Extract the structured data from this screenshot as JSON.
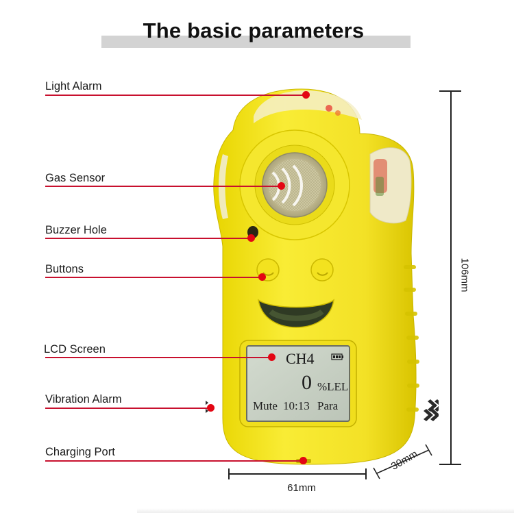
{
  "title": "The basic parameters",
  "callouts": [
    {
      "label": "Light Alarm"
    },
    {
      "label": "Gas Sensor"
    },
    {
      "label": "Buzzer Hole"
    },
    {
      "label": "Buttons"
    },
    {
      "label": "LCD Screen"
    },
    {
      "label": "Vibration Alarm"
    },
    {
      "label": "Charging Port"
    }
  ],
  "lcd": {
    "gas": "CH4",
    "reading": "0",
    "unit": "%LEL",
    "left_soft": "Mute",
    "clock": "10:13",
    "right_soft": "Para",
    "battery_icon": "battery-icon"
  },
  "dimensions": {
    "height": "106mm",
    "width": "61mm",
    "depth": "30mm"
  },
  "colors": {
    "device_yellow": "#f5e52a",
    "leader_red": "#c8102e",
    "dot_red": "#e30613",
    "lcd_bg": "#c9d2c6"
  },
  "icons": [
    "vibration-left-icon",
    "vibration-right-icon",
    "battery-icon"
  ]
}
